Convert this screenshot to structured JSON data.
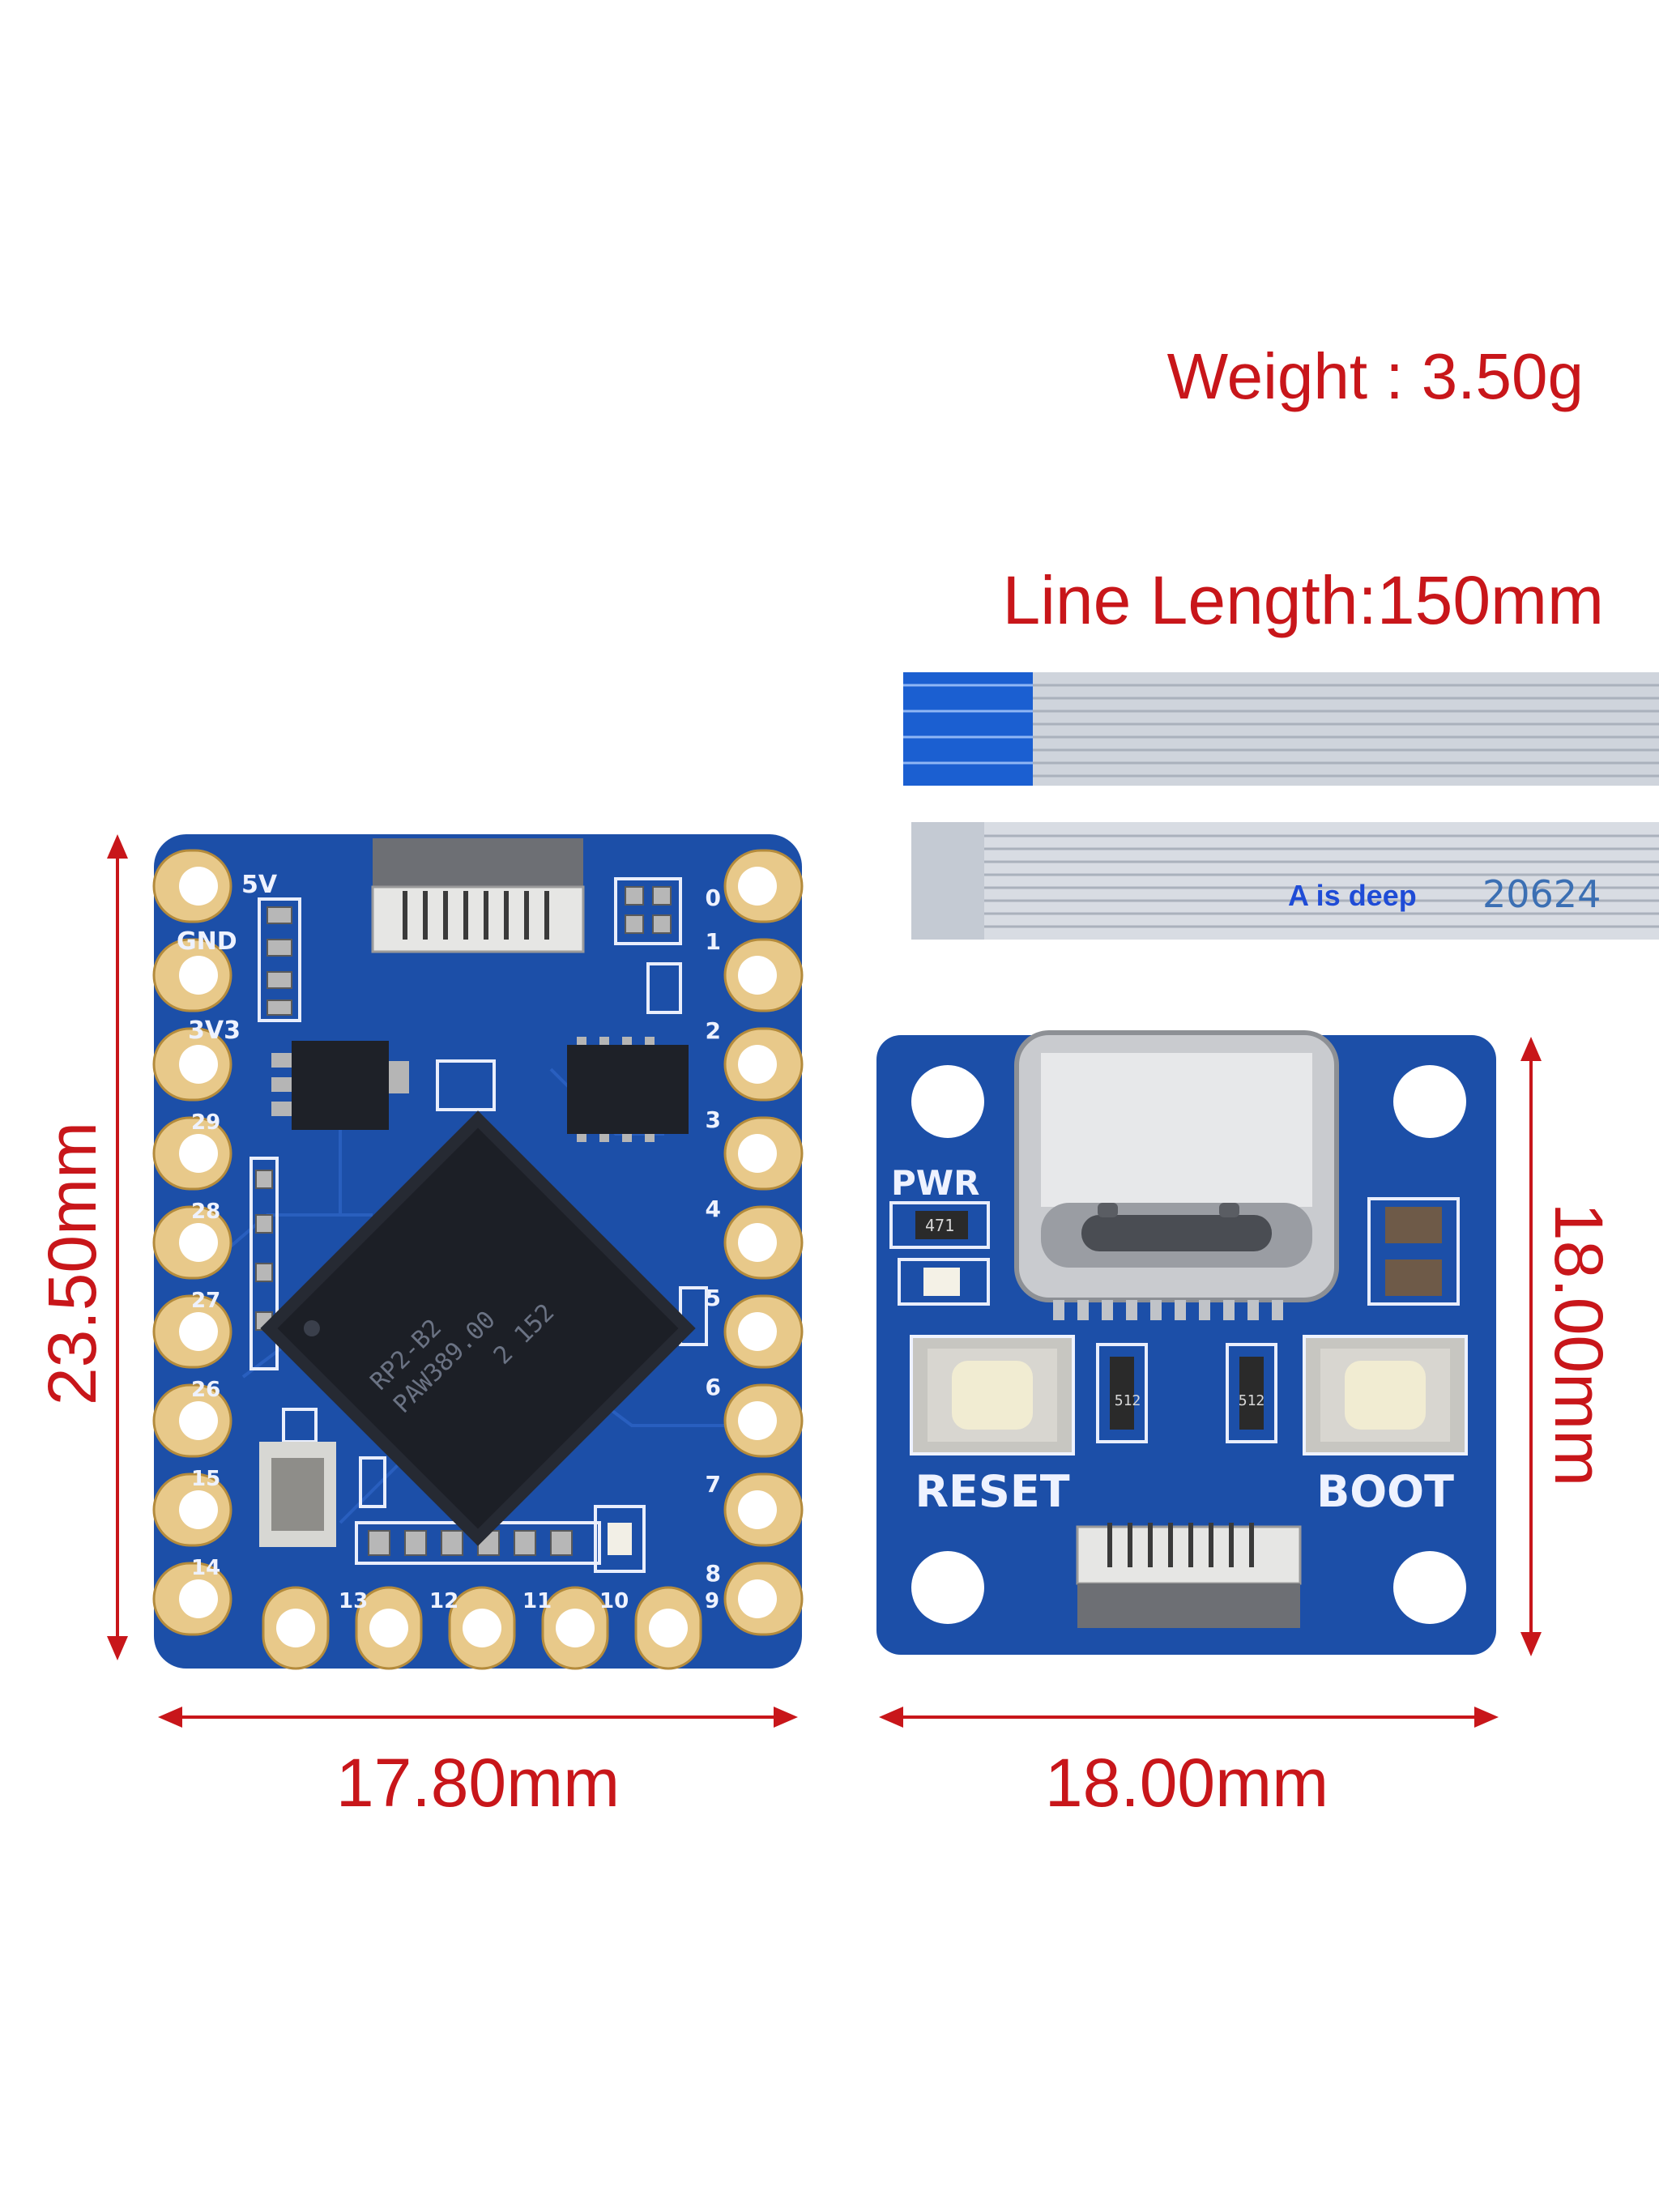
{
  "specs": {
    "weight": "Weight : 3.50g",
    "line_length": "Line Length:150mm"
  },
  "cable": {
    "overlay_label": "A is deep",
    "cable_code": "20624"
  },
  "main_board": {
    "width": "17.80mm",
    "height": "23.50mm",
    "left_pin_labels": [
      "5V",
      "GND",
      "3V3",
      "29",
      "28",
      "27",
      "26",
      "15",
      "14"
    ],
    "right_pin_labels": [
      "0",
      "1",
      "2",
      "3",
      "4",
      "5",
      "6",
      "7",
      "8"
    ],
    "bottom_pin_labels": [
      "13",
      "12",
      "11",
      "10",
      "9"
    ],
    "chip_marking": [
      "RP2-B2",
      "PAW389.00",
      "2 152"
    ]
  },
  "usb_board": {
    "width": "18.00mm",
    "height": "18.00mm",
    "reset_label": "RESET",
    "boot_label": "BOOT",
    "power_label": "PWR",
    "resistor_code": "471",
    "resistor_code_2": "512"
  },
  "colors": {
    "dimension_red": "#c8161a",
    "pcb_blue": "#1c4fa8",
    "gold_pad": "#e8c98a"
  }
}
